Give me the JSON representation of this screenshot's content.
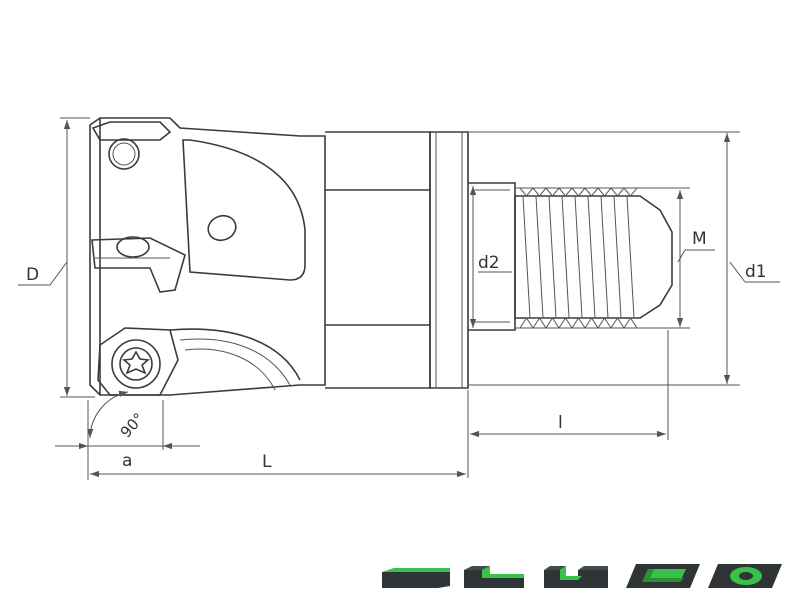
{
  "dimensions": {
    "D": "D",
    "d1": "d1",
    "d2": "d2",
    "M": "M",
    "l": "l",
    "L": "L",
    "a": "a",
    "angle": "90°"
  },
  "colors": {
    "line": "#3b3b3b",
    "dim": "#555555",
    "icon_body": "#2f3437",
    "icon_green": "#39c24a"
  },
  "icons": [
    "face-milling-icon",
    "shoulder-milling-icon",
    "slot-milling-icon",
    "pocket-milling-icon",
    "circular-interpolation-icon"
  ]
}
